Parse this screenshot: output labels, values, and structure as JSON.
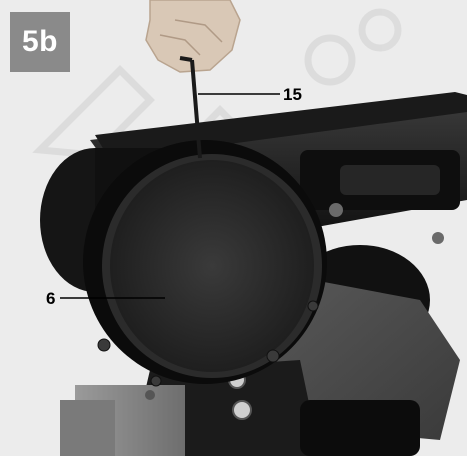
{
  "figure": {
    "label": "5b"
  },
  "callouts": [
    {
      "id": "hex-key",
      "number": "15"
    },
    {
      "id": "sanding-disc",
      "number": "6"
    }
  ],
  "watermark": {
    "text": "Б Л р о ф е"
  },
  "colors": {
    "badge_bg": "#8a8a8a",
    "background": "#e9e9e9",
    "machine_black": "#141414",
    "disc_felt": "#2a2a2a",
    "guard_gray": "#4a4a4a"
  }
}
